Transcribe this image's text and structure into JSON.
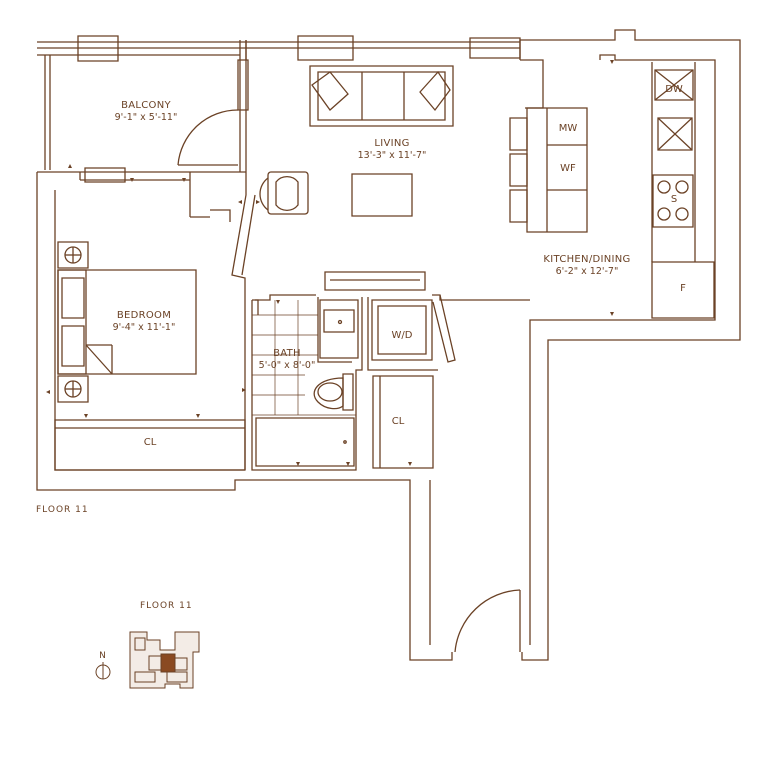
{
  "colors": {
    "wall": "#6b4226",
    "background": "#ffffff"
  },
  "rooms": {
    "balcony": {
      "name": "BALCONY",
      "dim": "9'-1\" x 5'-11\""
    },
    "living": {
      "name": "LIVING",
      "dim": "13'-3\" x 11'-7\""
    },
    "bedroom": {
      "name": "BEDROOM",
      "dim": "9'-4\" x 11'-1\""
    },
    "bath": {
      "name": "BATH",
      "dim": "5'-0\" x 8'-0\""
    },
    "kitchen": {
      "name": "KITCHEN/DINING",
      "dim": "6'-2\" x 12'-7\""
    }
  },
  "fixtures": {
    "mw": "MW",
    "wf": "WF",
    "dw": "DW",
    "stove": "S",
    "fridge": "F",
    "washer_dryer": "W/D",
    "closet_bedroom": "CL",
    "closet_hall": "CL"
  },
  "floor_label": "FLOOR 11",
  "keyplan": {
    "title": "FLOOR 11",
    "north": "N"
  }
}
